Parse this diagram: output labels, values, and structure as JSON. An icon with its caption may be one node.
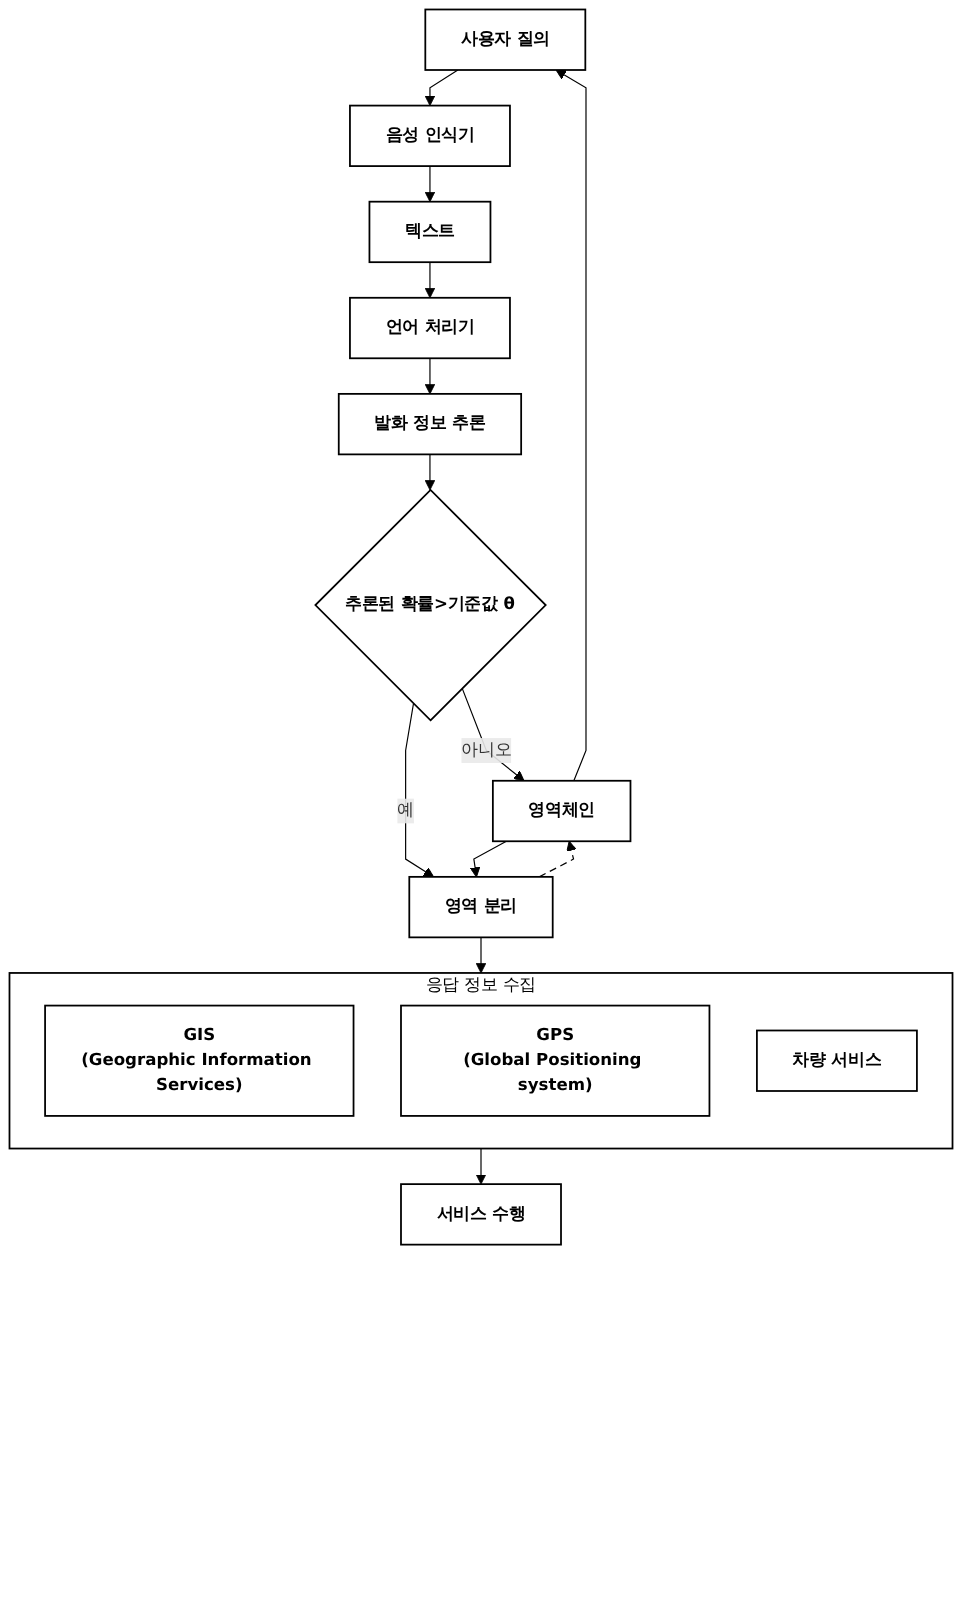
{
  "diagram": {
    "nodes": [
      {
        "text": [
          "사용자 질의"
        ]
      },
      {
        "text": [
          "음성 인식기"
        ]
      },
      {
        "text": [
          "텍스트"
        ]
      },
      {
        "text": [
          "언어 처리기"
        ]
      },
      {
        "text": [
          "발화 정보 추론"
        ]
      },
      {
        "text": [
          "추론된 확률>기준값 θ"
        ]
      },
      {
        "text": [
          "영역체인"
        ]
      },
      {
        "text": [
          "영역 분리"
        ]
      },
      {
        "text": [
          "응답 정보 수집"
        ]
      },
      {
        "text": [
          "GIS",
          "(Geographic Information Services)"
        ],
        "in": 8
      },
      {
        "text": [
          "GPS",
          "(Global Positioning system)"
        ],
        "in": 8
      },
      {
        "text": [
          "차량 서비스"
        ],
        "in": 8
      },
      {
        "text": [
          "서비스 수행"
        ]
      }
    ],
    "edges": [
      {
        "from": 0,
        "to": 1,
        "arrow": "to"
      },
      {
        "from": 1,
        "to": 2,
        "arrow": "to"
      },
      {
        "from": 2,
        "to": 3,
        "arrow": "to"
      },
      {
        "from": 3,
        "to": 4,
        "arrow": "to"
      },
      {
        "from": 4,
        "to": 5,
        "arrow": "to"
      },
      {
        "from": 5,
        "to": 6,
        "arrow": "to",
        "label": "아니오"
      },
      {
        "from": 5,
        "to": 7,
        "arrow": "to",
        "label": "예"
      },
      {
        "from": 6,
        "to": 0,
        "arrow": "to"
      },
      {
        "from": 6,
        "to": 7,
        "arrow": "to"
      },
      {
        "from": 7,
        "to": 6,
        "arrow": "to",
        "style": "dashed"
      },
      {
        "from": 7,
        "to": 8,
        "arrow": "to"
      },
      {
        "from": 8,
        "to": 12,
        "arrow": "to"
      }
    ]
  }
}
